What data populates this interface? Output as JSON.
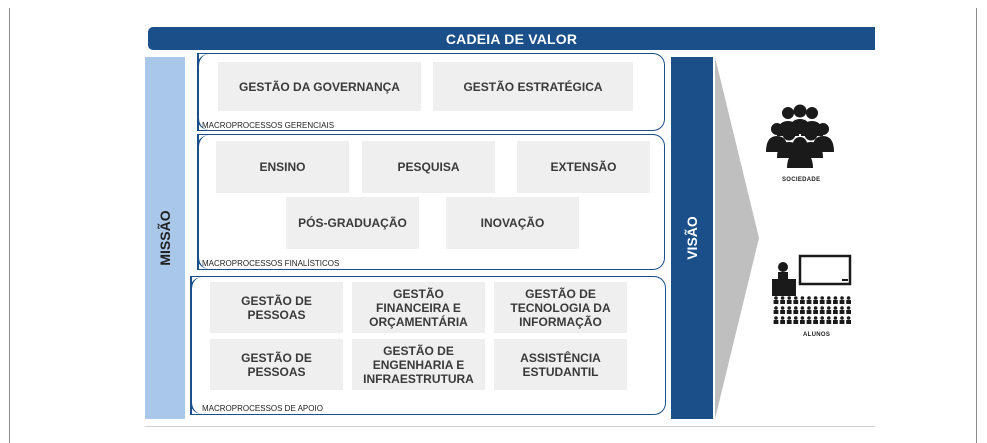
{
  "header": {
    "title": "CADEIA DE VALOR"
  },
  "left_bar": {
    "label": "MISSÃO"
  },
  "right_bar": {
    "label": "VISÃO"
  },
  "sections": {
    "gerenciais": {
      "caption": "MACROPROCESSOS GERENCIAIS",
      "boxes": [
        "GESTÃO DA GOVERNANÇA",
        "GESTÃO ESTRATÉGICA"
      ]
    },
    "finalisticos": {
      "caption": "MACROPROCESSOS FINALÍSTICOS",
      "boxes": [
        "ENSINO",
        "PESQUISA",
        "EXTENSÃO",
        "PÓS-GRADUAÇÃO",
        "INOVAÇÃO"
      ]
    },
    "apoio": {
      "caption": "MACROPROCESSOS DE APOIO",
      "boxes": [
        "GESTÃO DE PESSOAS",
        "GESTÃO FINANCEIRA E ORÇAMENTÁRIA",
        "GESTÃO DE TECNOLOGIA DA INFORMAÇÃO",
        "GESTÃO DE PESSOAS",
        "GESTÃO DE ENGENHARIA E INFRAESTRUTURA",
        "ASSISTÊNCIA ESTUDANTIL"
      ]
    }
  },
  "outputs": {
    "sociedade": {
      "caption": "SOCIEDADE",
      "icon": "people-group-icon"
    },
    "alunos": {
      "caption": "ALUNOS",
      "icon": "classroom-icon"
    }
  },
  "colors": {
    "dark_blue": "#1a4f8a",
    "light_blue": "#a9c7e8",
    "box_gray": "#efefef",
    "arrow_gray": "#bfbfbf"
  }
}
